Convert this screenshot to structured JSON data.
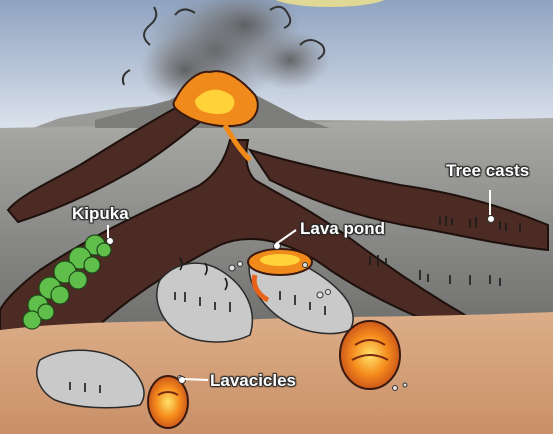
{
  "labels": {
    "tree_casts": "Tree casts",
    "kipuka": "Kipuka",
    "lava_pond": "Lava pond",
    "lavacicles": "Lavacicles"
  },
  "colors": {
    "sky_top": "#9fb0c8",
    "sky_bottom": "#dde4ee",
    "ground": "#8a8a8a",
    "flow": "#4a2a22",
    "lava": "#f08a1a",
    "lava_core": "#ffd23a",
    "soil": "#d6a47c",
    "vegetation": "#5fbf4a"
  }
}
